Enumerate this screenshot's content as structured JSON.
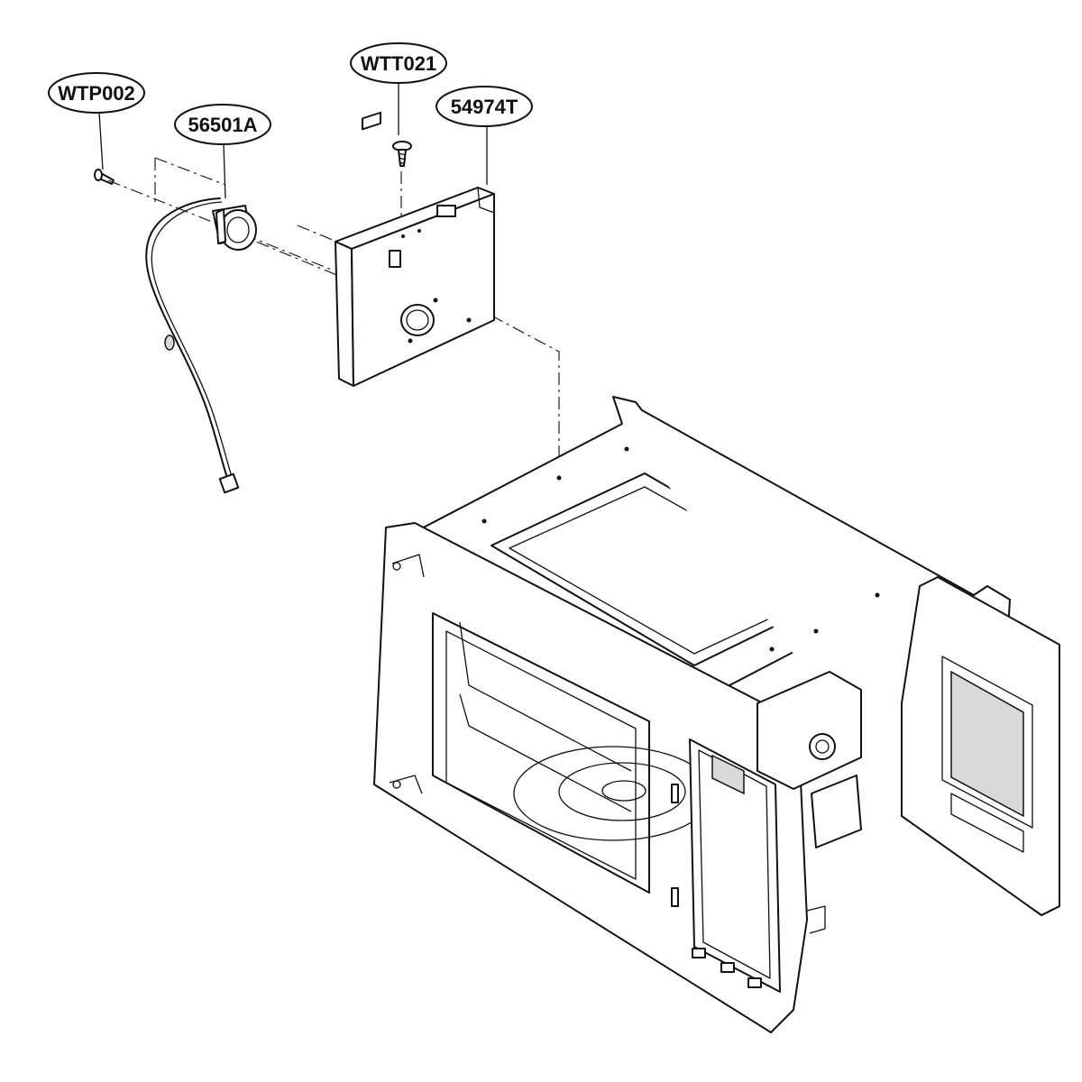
{
  "callouts": [
    {
      "id": "wtp002",
      "label": "WTP002"
    },
    {
      "id": "p56501a",
      "label": "56501A"
    },
    {
      "id": "wtt021",
      "label": "WTT021"
    },
    {
      "id": "p54974t",
      "label": "54974T"
    }
  ]
}
